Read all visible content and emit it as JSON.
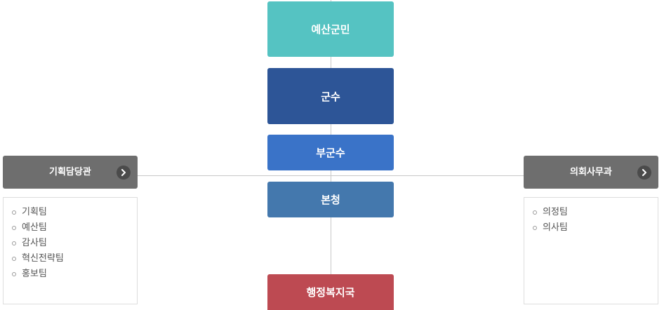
{
  "org": {
    "citizens": "예산군민",
    "mayor": "군수",
    "vice_mayor": "부군수",
    "main_office": "본청",
    "admin_bureau": "행정복지국"
  },
  "left_dept": {
    "title": "기획담당관",
    "teams": [
      "기획팀",
      "예산팀",
      "감사팀",
      "혁신전략팀",
      "홍보팀"
    ]
  },
  "right_dept": {
    "title": "의회사무과",
    "teams": [
      "의정팀",
      "의사팀"
    ]
  },
  "colors": {
    "citizens": "#55c3c2",
    "mayor": "#2d5597",
    "vice_mayor": "#3a73c8",
    "main_office": "#4478ad",
    "admin_bureau": "#bd4a52",
    "dept_header": "#6e6e6e"
  },
  "icons": {
    "dept_arrow": "chevron-right-icon"
  }
}
